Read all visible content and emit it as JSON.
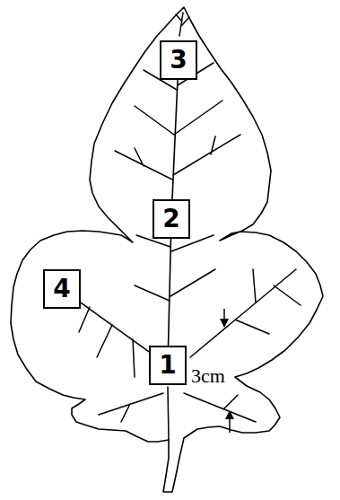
{
  "diagram": {
    "nodes": [
      {
        "text": [
          "1"
        ]
      },
      {
        "text": [
          "2"
        ]
      },
      {
        "text": [
          "3"
        ]
      },
      {
        "text": [
          "4"
        ]
      }
    ],
    "edges": [
      {
        "from": 0,
        "to": 1,
        "arrow": "none"
      },
      {
        "from": 1,
        "to": 2,
        "arrow": "none"
      },
      {
        "from": 3,
        "to": 0,
        "arrow": "none"
      }
    ],
    "labels": [
      "3cm"
    ]
  }
}
